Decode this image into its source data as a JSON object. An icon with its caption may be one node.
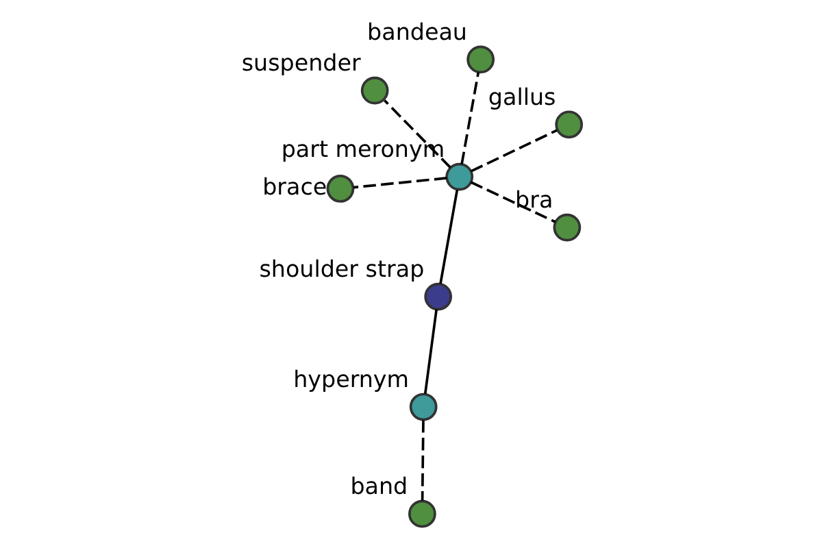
{
  "diagram": {
    "nodes": [
      {
        "text": [
          "shoulder strap"
        ]
      },
      {
        "text": [
          "hypernym"
        ]
      },
      {
        "text": [
          "band"
        ]
      },
      {
        "text": [
          "part meronym"
        ]
      },
      {
        "text": [
          "bandeau"
        ]
      },
      {
        "text": [
          "suspender"
        ]
      },
      {
        "text": [
          "brace"
        ]
      },
      {
        "text": [
          "gallus"
        ]
      },
      {
        "text": [
          "bra"
        ]
      }
    ],
    "edges": [
      {
        "from": 0,
        "to": 1,
        "arrow": "none"
      },
      {
        "from": 1,
        "to": 2,
        "arrow": "none",
        "style": "dashed"
      },
      {
        "from": 0,
        "to": 3,
        "arrow": "none"
      },
      {
        "from": 3,
        "to": 4,
        "arrow": "none",
        "style": "dashed"
      },
      {
        "from": 3,
        "to": 5,
        "arrow": "none",
        "style": "dashed"
      },
      {
        "from": 3,
        "to": 6,
        "arrow": "none",
        "style": "dashed"
      },
      {
        "from": 3,
        "to": 7,
        "arrow": "none",
        "style": "dashed"
      },
      {
        "from": 3,
        "to": 8,
        "arrow": "none",
        "style": "dashed"
      }
    ]
  }
}
